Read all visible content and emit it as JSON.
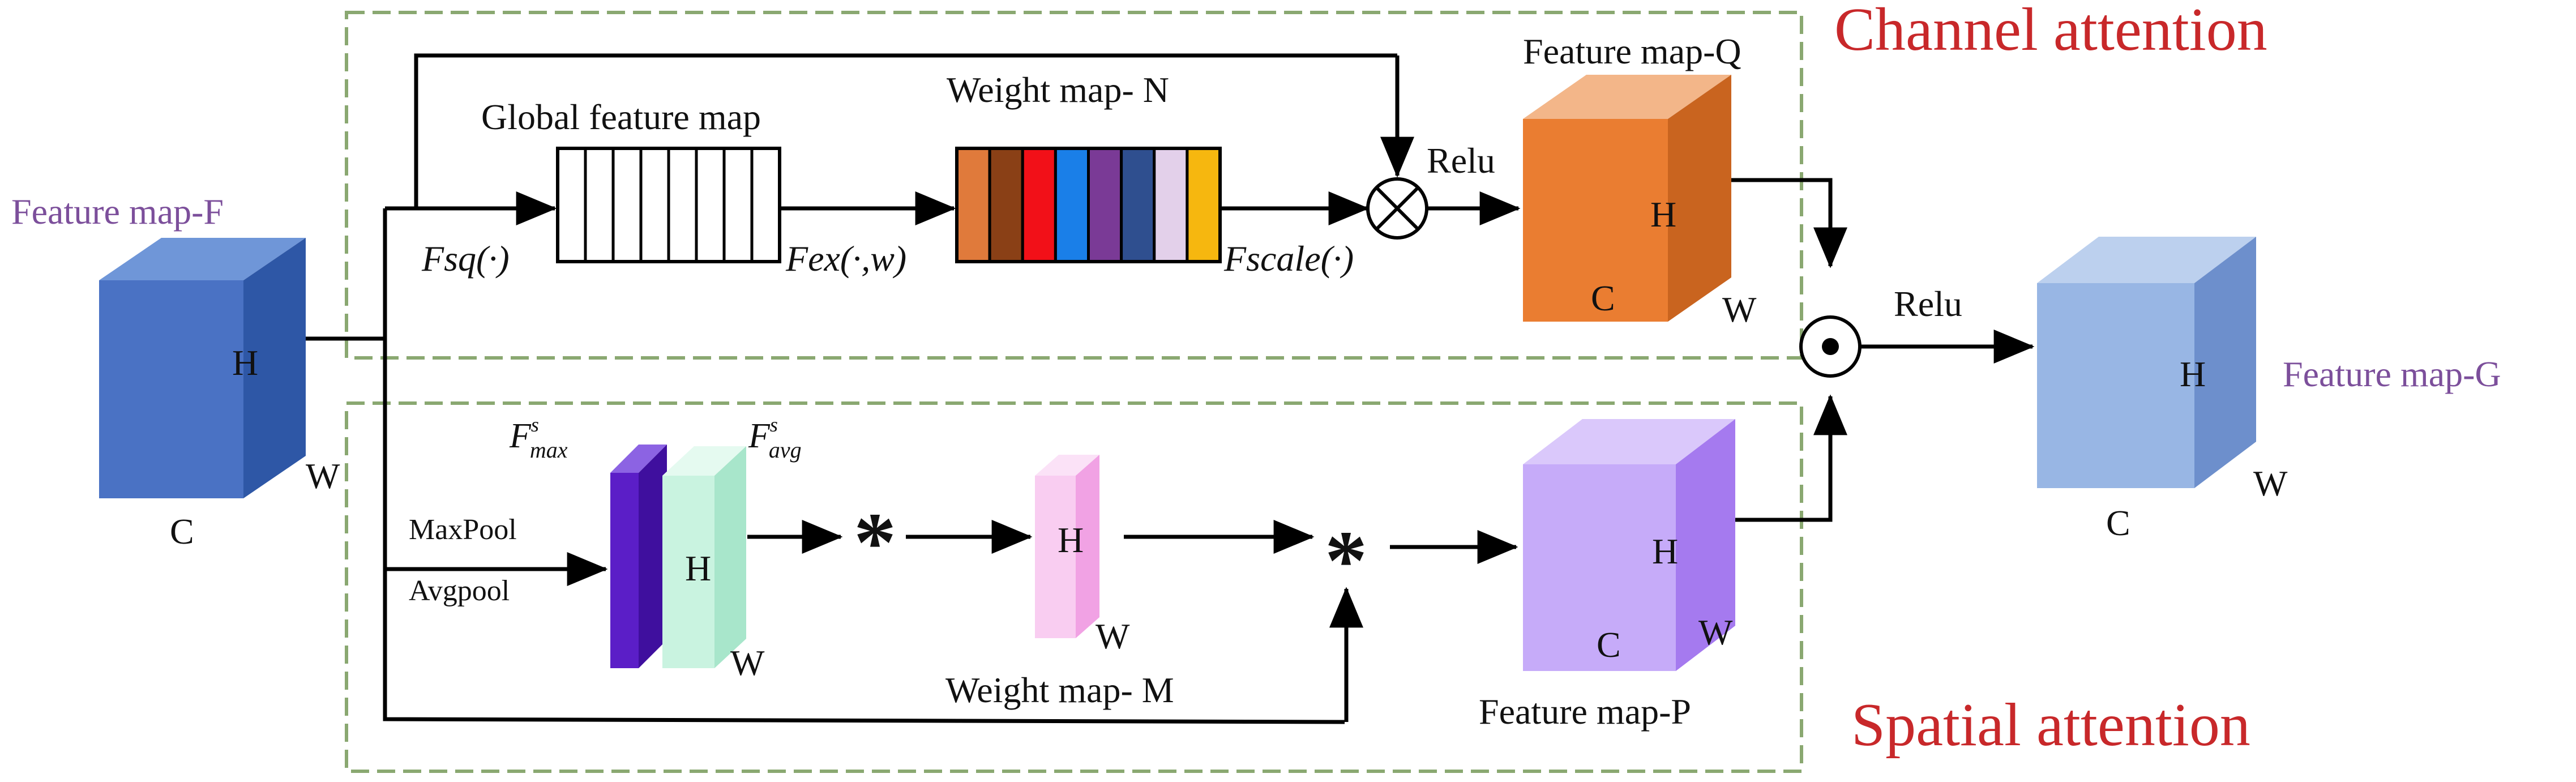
{
  "colors": {
    "panel_border": "#8aa871",
    "arrow": "#000000",
    "heading": "#c8282a",
    "label_purple": "#7c4f9b",
    "cube_f_front": "#4a72c4",
    "cube_f_top": "#6f96d8",
    "cube_f_side": "#2e57a6",
    "cube_q_front": "#ea7d31",
    "cube_q_top": "#f3b689",
    "cube_q_side": "#c9641f",
    "cube_p_front": "#c6abf9",
    "cube_p_top": "#dac8fb",
    "cube_p_side": "#a57aef",
    "cube_g_front": "#98b6e4",
    "cube_g_top": "#bcd0ee",
    "cube_g_side": "#6d8fcc",
    "fmax_front": "#5b1ec7",
    "fmax_top": "#8c63e3",
    "fmax_side": "#3f0f9e",
    "favg_front": "#c9f3e0",
    "favg_top": "#e5faf0",
    "favg_side": "#a8e6cb",
    "weight_m_front": "#f9cdf1",
    "weight_m_top": "#fbe2f7",
    "weight_m_side": "#f1a2e4",
    "weight_strip": [
      "#e07a3b",
      "#8a4016",
      "#f21018",
      "#1a7fe8",
      "#7a3a96",
      "#2f4f8f",
      "#e3d0ea",
      "#f6b70f"
    ]
  },
  "icons": {
    "multiply": "circled-times-icon",
    "dot_product": "circled-dot-icon",
    "conv": "asterisk-icon"
  },
  "headings": {
    "channel": "Channel attention",
    "spatial": "Spatial attention"
  },
  "labels": {
    "feature_map_f": "Feature map-F",
    "feature_map_q": "Feature map-Q",
    "feature_map_p": "Feature map-P",
    "feature_map_g": "Feature map-G",
    "global_feature_map": "Global feature map",
    "weight_map_n": "Weight map- N",
    "weight_map_m": "Weight map- M",
    "fsq": "Fsq(·)",
    "fex": "Fex(·,w)",
    "fscale": "Fscale(·)",
    "relu_top": "Relu",
    "relu_out": "Relu",
    "maxpool": "MaxPool",
    "avgpool": "Avgpool",
    "f_base": "F",
    "s_sup": "s",
    "max_sub": "max",
    "avg_sub": "avg"
  },
  "dims": {
    "f": {
      "h": "H",
      "c": "C",
      "w": "W"
    },
    "q": {
      "h": "H",
      "c": "C",
      "w": "W"
    },
    "p": {
      "h": "H",
      "c": "C",
      "w": "W"
    },
    "g": {
      "h": "H",
      "c": "C",
      "w": "W"
    },
    "pool_h": "H",
    "pool_w": "W",
    "m_h": "H",
    "m_w": "W"
  }
}
